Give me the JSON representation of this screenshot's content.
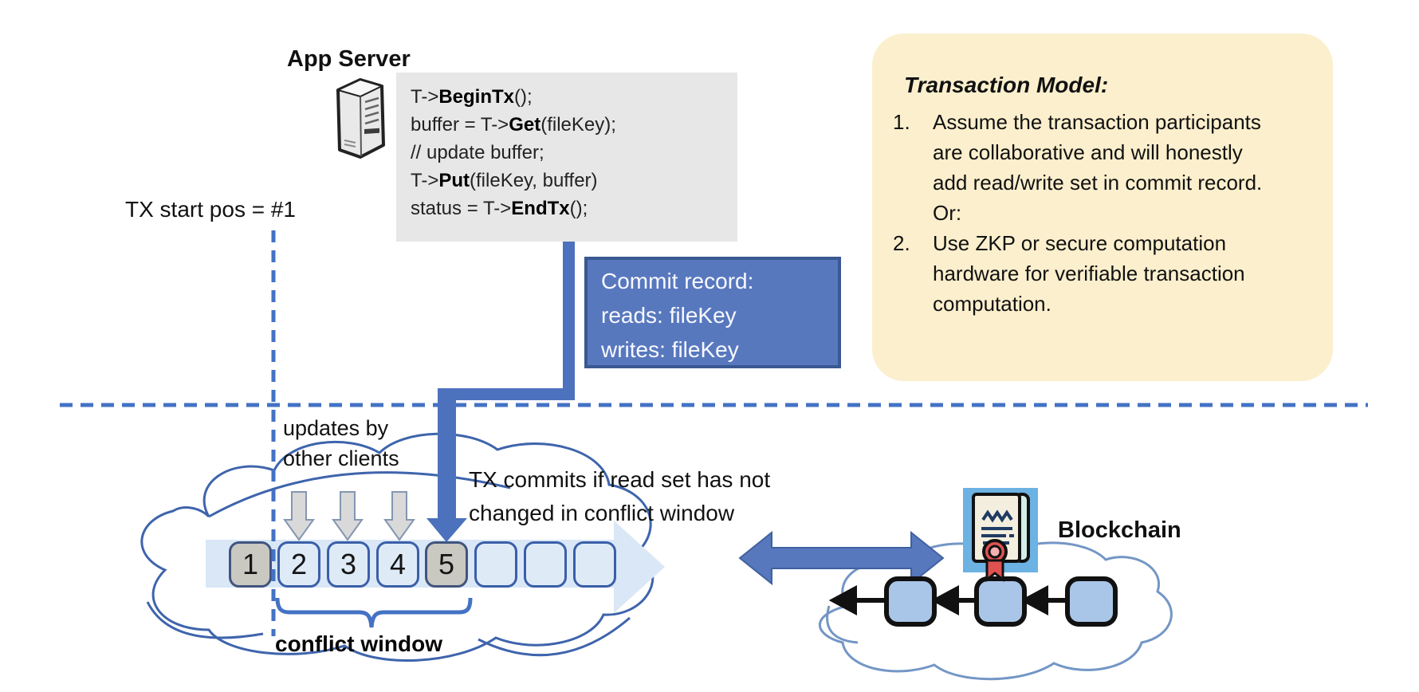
{
  "colors": {
    "accent_blue": "#4472c4",
    "connector_blue": "#4c71bd",
    "commit_box_fill": "#5878be",
    "commit_box_border": "#3a5892",
    "note_panel_yellow": "#fbefcd",
    "code_panel_gray": "#e8e7e7",
    "block_light_blue": "#deebf7",
    "block_highlight_gray": "#c9c8c1",
    "chain_block_fill": "#a9c6e8",
    "cert_bg_blue": "#6cb2e2",
    "seal_red": "#e05252"
  },
  "app_server": {
    "label": "App Server",
    "icon": "server-tower-icon"
  },
  "code_block": {
    "lines": [
      [
        {
          "t": "T->"
        },
        {
          "t": "BeginTx",
          "b": true
        },
        {
          "t": "();"
        }
      ],
      [
        {
          "t": "buffer = T->"
        },
        {
          "t": "Get",
          "b": true
        },
        {
          "t": "(fileKey);"
        }
      ],
      [
        {
          "t": "// update buffer;"
        }
      ],
      [
        {
          "t": "T->"
        },
        {
          "t": "Put",
          "b": true
        },
        {
          "t": "(fileKey, buffer)"
        }
      ],
      [
        {
          "t": "status = T->"
        },
        {
          "t": "EndTx",
          "b": true
        },
        {
          "t": "();"
        }
      ]
    ]
  },
  "labels": {
    "tx_start": "TX start pos = #1"
  },
  "commit_record": {
    "lines": [
      "Commit record:",
      "reads: fileKey",
      "writes: fileKey"
    ]
  },
  "transaction_model": {
    "title": "Transaction Model:",
    "items": [
      "Assume the transaction participants are collaborative and will honestly add read/write set in commit record.  Or:",
      "Use ZKP or secure computation hardware for verifiable transaction computation."
    ]
  },
  "timeline": {
    "updates_lines": [
      "updates by",
      "other clients"
    ],
    "commit_note_lines": [
      "TX commits if read set has not",
      "changed in conflict window"
    ],
    "conflict_window_label": "conflict window",
    "blocks": [
      {
        "label": "1",
        "highlighted": true
      },
      {
        "label": "2",
        "highlighted": false
      },
      {
        "label": "3",
        "highlighted": false
      },
      {
        "label": "4",
        "highlighted": false
      },
      {
        "label": "5",
        "highlighted": true
      },
      {
        "label": "",
        "highlighted": false
      },
      {
        "label": "",
        "highlighted": false
      },
      {
        "label": "",
        "highlighted": false
      }
    ]
  },
  "blockchain": {
    "label": "Blockchain",
    "icon": "smart-contract-icon",
    "chain_block_count": 3
  }
}
